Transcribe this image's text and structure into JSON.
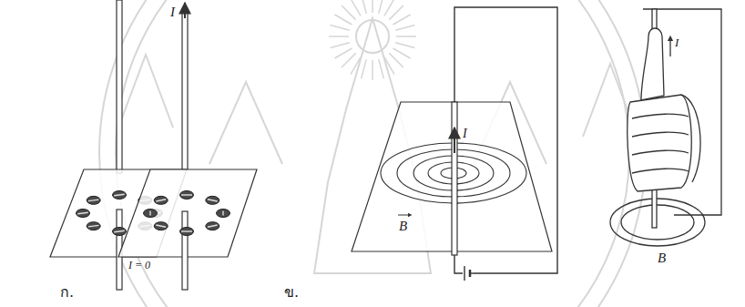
{
  "diagram": {
    "labels": [
      "I = 0",
      "ก.",
      "I",
      "ข.",
      "B",
      "I",
      "I",
      "B"
    ]
  }
}
